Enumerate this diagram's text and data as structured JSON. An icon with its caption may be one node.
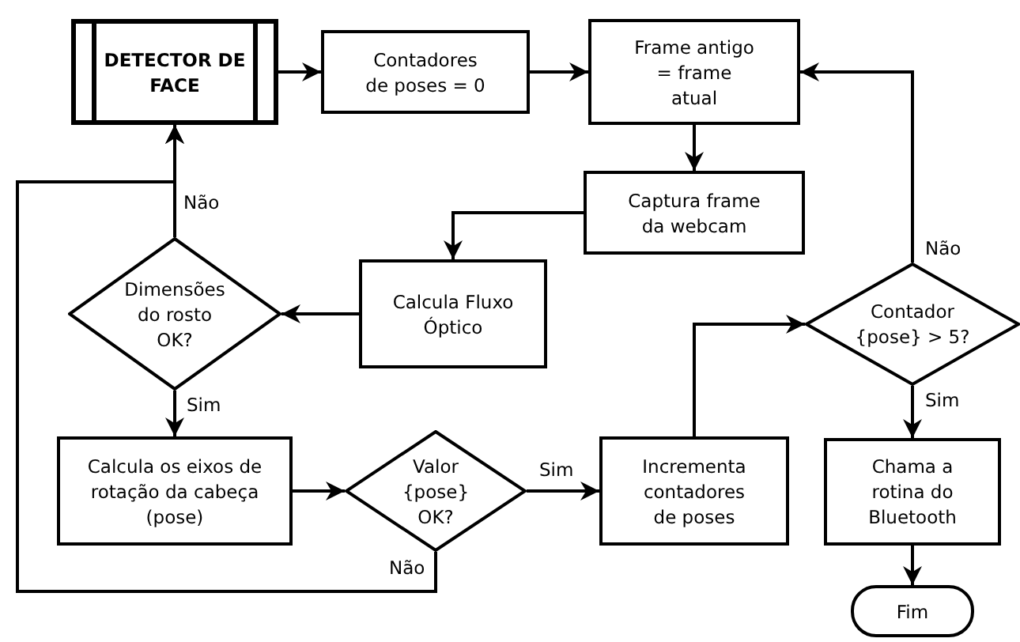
{
  "diagram": {
    "nodes": [
      {
        "text": [
          "DETECTOR DE FACE"
        ]
      },
      {
        "text": [
          "Contadores de poses = 0"
        ]
      },
      {
        "text": [
          "Frame antigo = frame atual"
        ]
      },
      {
        "text": [
          "Captura frame da webcam"
        ]
      },
      {
        "text": [
          "Calcula Fluxo Óptico"
        ]
      },
      {
        "text": [
          "Dimensões do rosto OK?"
        ]
      },
      {
        "text": [
          "Calcula os eixos de rotação da cabeça (pose)"
        ]
      },
      {
        "text": [
          "Valor {pose} OK?"
        ]
      },
      {
        "text": [
          "Incrementa contadores de poses"
        ]
      },
      {
        "text": [
          "Contador {pose} > 5?"
        ]
      },
      {
        "text": [
          "Chama a rotina do Bluetooth"
        ]
      },
      {
        "text": [
          "Fim"
        ]
      }
    ],
    "edges": [
      {
        "from": 0,
        "to": 1,
        "arrow": "to"
      },
      {
        "from": 1,
        "to": 2,
        "arrow": "to"
      },
      {
        "from": 2,
        "to": 3,
        "arrow": "to"
      },
      {
        "from": 3,
        "to": 4,
        "arrow": "to"
      },
      {
        "from": 4,
        "to": 5,
        "arrow": "to"
      },
      {
        "from": 5,
        "to": 0,
        "arrow": "to",
        "label": "Não"
      },
      {
        "from": 5,
        "to": 6,
        "arrow": "to",
        "label": "Sim"
      },
      {
        "from": 6,
        "to": 7,
        "arrow": "to"
      },
      {
        "from": 7,
        "to": 8,
        "arrow": "to",
        "label": "Sim"
      },
      {
        "from": 7,
        "to": 0,
        "arrow": "to",
        "label": "Não"
      },
      {
        "from": 8,
        "to": 9,
        "arrow": "to"
      },
      {
        "from": 9,
        "to": 2,
        "arrow": "to",
        "label": "Não"
      },
      {
        "from": 9,
        "to": 10,
        "arrow": "to",
        "label": "Sim"
      },
      {
        "from": 10,
        "to": 11,
        "arrow": "to"
      }
    ]
  }
}
